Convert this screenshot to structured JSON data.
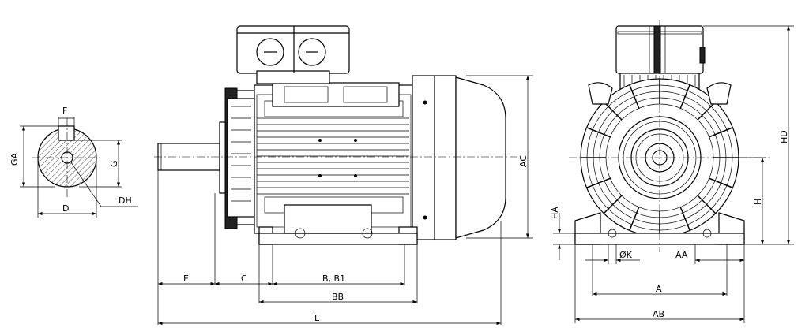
{
  "labels": {
    "F": "F",
    "GA": "GA",
    "G": "G",
    "DH": "DH",
    "D": "D",
    "E": "E",
    "C": "C",
    "B_B1": "B, B1",
    "BB": "BB",
    "L": "L",
    "AC": "AC",
    "HD": "HD",
    "H": "H",
    "HA": "HA",
    "K": "ØK",
    "AA": "AA",
    "A": "A",
    "AB": "AB"
  }
}
